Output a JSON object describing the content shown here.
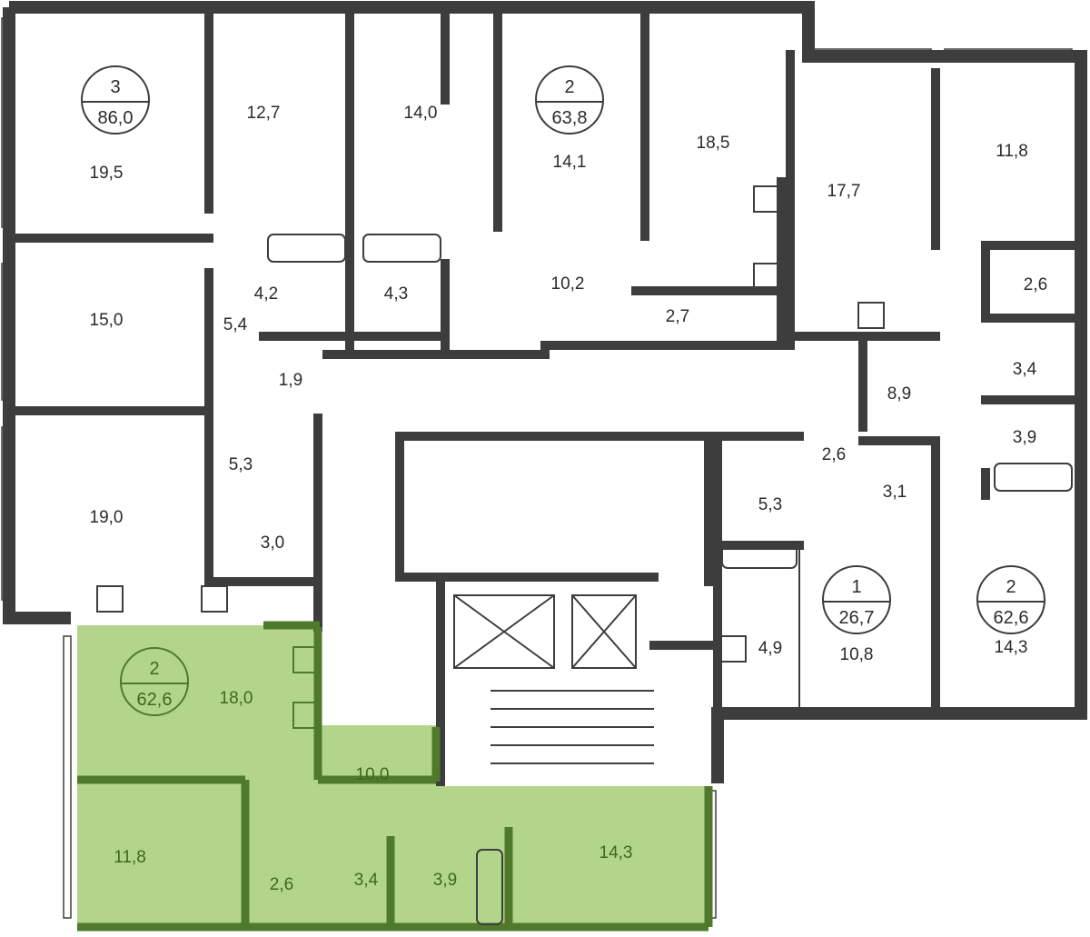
{
  "colors": {
    "wall": "#3d3d3d",
    "highlight_fill": "#b3d58b",
    "highlight_wall": "#4f7a2b",
    "highlight_text": "#3c6a1a"
  },
  "apartments": [
    {
      "rooms": "3",
      "area": "86,0",
      "highlighted": false
    },
    {
      "rooms": "2",
      "area": "63,8",
      "highlighted": false
    },
    {
      "rooms": "1",
      "area": "26,7",
      "highlighted": false
    },
    {
      "rooms": "2",
      "area": "62,6",
      "highlighted": false
    },
    {
      "rooms": "2",
      "area": "62,6",
      "highlighted": true
    }
  ],
  "rooms": [
    "19,5",
    "12,7",
    "14,0",
    "14,1",
    "18,5",
    "17,7",
    "11,8",
    "15,0",
    "5,4",
    "4,2",
    "4,3",
    "10,2",
    "2,7",
    "2,6",
    "3,4",
    "8,9",
    "1,9",
    "5,3",
    "2,6",
    "3,1",
    "3,9",
    "5,3",
    "3,0",
    "19,0",
    "4,9",
    "10,8",
    "14,3",
    "18,0",
    "10,0",
    "11,8",
    "2,6",
    "3,4",
    "3,9",
    "14,3"
  ]
}
